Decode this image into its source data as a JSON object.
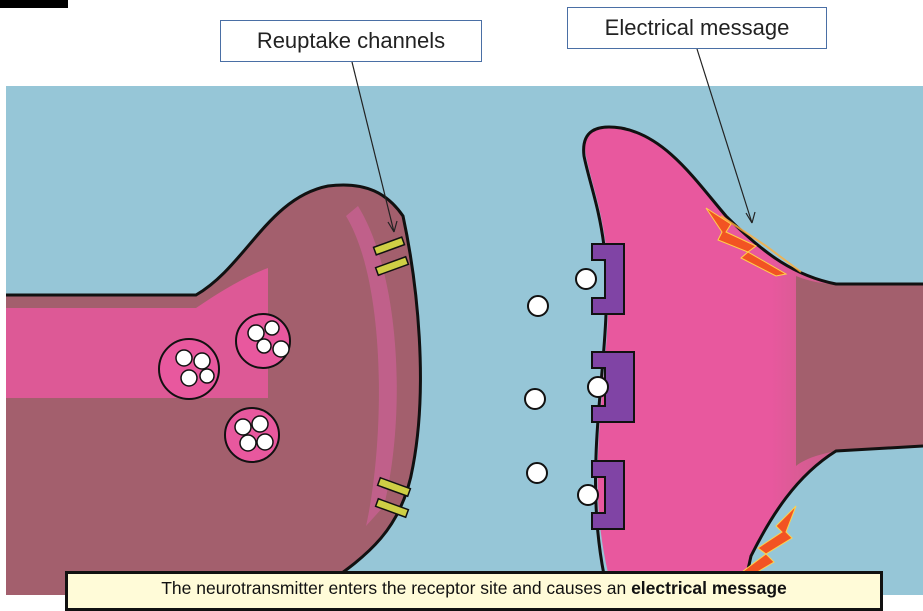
{
  "labels": {
    "reuptake": "Reuptake channels",
    "electrical": "Electrical message"
  },
  "caption": {
    "prefix": "The neurotransmitter enters the receptor site and causes an ",
    "bold": "electrical message"
  },
  "colors": {
    "fluid": "#96c6d7",
    "neuron_dark": "#a35f6d",
    "neuron_pink": "#e8589e",
    "receptor": "#8044a5",
    "channel": "#cfcf45",
    "spark": "#f25323"
  }
}
